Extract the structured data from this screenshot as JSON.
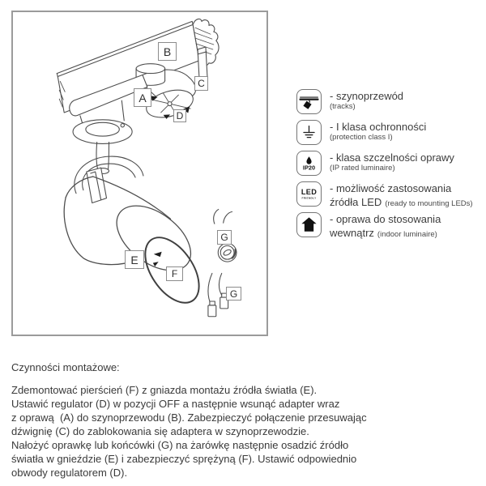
{
  "colors": {
    "line": "#4d4d4d",
    "box_border": "#9b9b9b",
    "label_border": "#8c8c8c",
    "icon_border": "#757575",
    "icon_glyph": "#1a1a1a",
    "text": "#3a3a3a"
  },
  "diagram": {
    "labels": [
      {
        "id": "A",
        "text": "A"
      },
      {
        "id": "B",
        "text": "B"
      },
      {
        "id": "C",
        "text": "C"
      },
      {
        "id": "D",
        "text": "D"
      },
      {
        "id": "E",
        "text": "E"
      },
      {
        "id": "F",
        "text": "F"
      },
      {
        "id": "G1",
        "text": "G"
      },
      {
        "id": "G2",
        "text": "G"
      }
    ]
  },
  "legend": {
    "items": [
      {
        "icon": "track-icon",
        "main": "- szynoprzewód",
        "sub": "(tracks)"
      },
      {
        "icon": "earth-icon",
        "main": "- I klasa ochronności",
        "sub": "(protection class I)"
      },
      {
        "icon": "ip20-icon",
        "icon_text": "IP20",
        "main": "- klasa szczelności oprawy",
        "sub": "(IP rated luminaire)"
      },
      {
        "icon": "led-icon",
        "icon_text": "LED",
        "icon_subtext": "FRIENDLY",
        "main": "- możliwość zastosowania",
        "main2": "źródła LED",
        "sub": "(ready to mounting LEDs)"
      },
      {
        "icon": "indoor-icon",
        "main": "- oprawa do stosowania",
        "main2": "wewnątrz",
        "sub": "(indoor luminaire)"
      }
    ]
  },
  "instructions": {
    "title": "Czynności montażowe:",
    "body": "Zdemontować pierścień (F) z gniazda montażu źródła światła (E).\nUstawić regulator (D) w pozycji OFF a następnie wsunąć adapter wraz\nz oprawą  (A) do szynoprzewodu (B). Zabezpieczyć połączenie przesuwając\ndźwignię (C) do zablokowania się adaptera w szynoprzewodzie.\nNałożyć oprawkę lub końcówki (G) na żarówkę następnie osadzić źródło\nświatła w gnieździe (E) i zabezpieczyć sprężyną (F). Ustawić odpowiednio\nobwody regulatorem (D)."
  }
}
